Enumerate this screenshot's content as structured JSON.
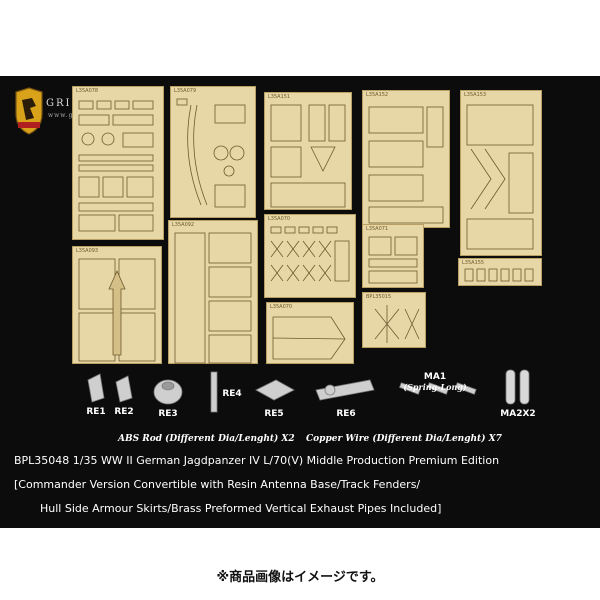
{
  "brand": {
    "name": "GRIFFON MODEL",
    "url": "www.griffonmodel.com"
  },
  "frets": [
    {
      "code": "L35A078"
    },
    {
      "code": "L35A079"
    },
    {
      "code": "L35A151"
    },
    {
      "code": "L35A152"
    },
    {
      "code": "L35A153"
    },
    {
      "code": "L35A093"
    },
    {
      "code": "L35A092"
    },
    {
      "code": "L35A070"
    },
    {
      "code": "L35A071"
    },
    {
      "code": "L35A155"
    },
    {
      "code": "BPL35015"
    },
    {
      "code": "L35A070"
    }
  ],
  "parts": {
    "re1": "RE1",
    "re2": "RE2",
    "re3": "RE3",
    "re4": "RE4",
    "re5": "RE5",
    "re6": "RE6",
    "ma1": "MA1",
    "ma1_sub": "(Spring-Long)",
    "ma2": "MA2X2"
  },
  "notes": {
    "abs": "ABS Rod (Different Dia/Lenght) X2",
    "copper": "Copper Wire (Different Dia/Lenght) X7"
  },
  "description": {
    "line1": "BPL35048 1/35  WW II German Jagdpanzer IV L/70(V) Middle Production   Premium Edition",
    "line2": "[Commander Version Convertible with Resin Antenna Base/Track Fenders/",
    "line3": "Hull Side Armour Skirts/Brass Preformed Vertical Exhaust Pipes Included]"
  },
  "notice": "※商品画像はイメージです。",
  "colors": {
    "background": "#0c0c0c",
    "brass": "#e8d7a6",
    "page": "#ffffff"
  }
}
